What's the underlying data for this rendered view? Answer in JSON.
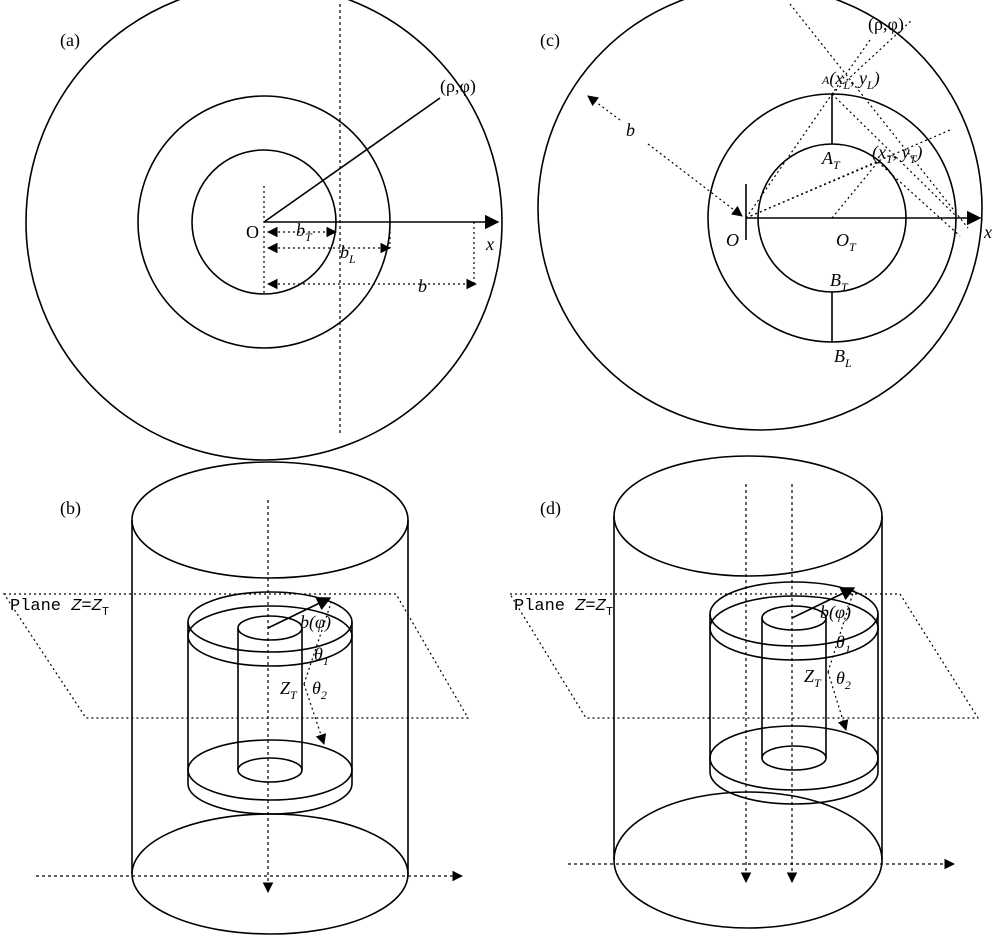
{
  "panels": {
    "a": {
      "tag": "(a)",
      "point": "(ρ,φ)",
      "origin": "O",
      "x": "x",
      "bT": "b",
      "bT_sub": "T",
      "bL": "b",
      "bL_sub": "L",
      "b": "b"
    },
    "b": {
      "tag": "(b)",
      "plane_pre": "Plane ",
      "plane_z": "Z",
      "plane_eq": "=",
      "plane_Z2": "Z",
      "plane_sub": "T",
      "bphi": "b(φ)",
      "theta1": "θ",
      "theta1_sub": "1",
      "theta2": "θ",
      "theta2_sub": "2",
      "zt": "Z",
      "zt_sub": "T"
    },
    "c": {
      "tag": "(c)",
      "point": "(ρ,φ)",
      "A": "A",
      "xL": "(x",
      "xL_sub": "L",
      "yL": ", y",
      "yL_sub": "L",
      "close": ")",
      "b": "b",
      "AT": "A",
      "AT_sub": "T",
      "xT": "(x",
      "xT_sub": "T",
      "yT": ", y",
      "yT_sub": "T",
      "O": "O",
      "OT": "O",
      "OT_sub": "T",
      "x": "x",
      "BT": "B",
      "BT_sub": "T",
      "BL": "B",
      "BL_sub": "L"
    },
    "d": {
      "tag": "(d)",
      "plane_pre": "Plane ",
      "plane_z": "Z",
      "plane_eq": "=",
      "plane_Z2": "Z",
      "plane_sub": "T",
      "bphi": "b(φ)",
      "theta1": "θ",
      "theta1_sub": "1",
      "theta2": "θ",
      "theta2_sub": "2",
      "zt": "Z",
      "zt_sub": "T"
    }
  }
}
